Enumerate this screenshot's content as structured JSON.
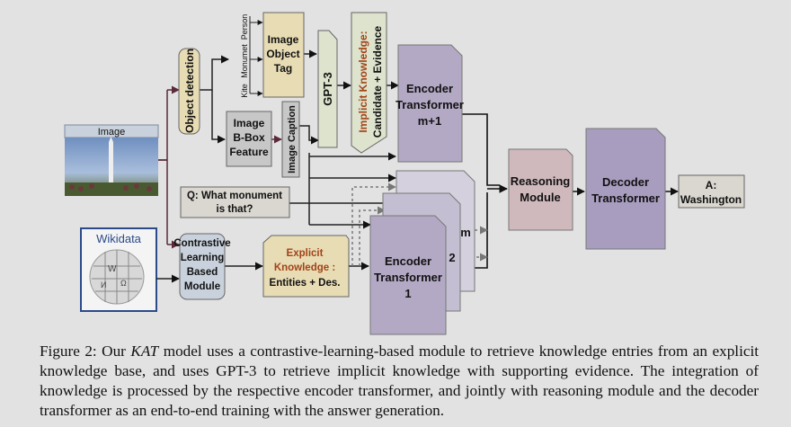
{
  "diagram": {
    "image_label": "Image",
    "wikidata_label": "Wikidata",
    "object_detection": "Object detection",
    "object_tags": [
      "Person",
      "Monumet",
      "Kite"
    ],
    "image_object_tag": [
      "Image",
      "Object",
      "Tag"
    ],
    "bbox_feature": [
      "Image",
      "B-Box",
      "Feature"
    ],
    "image_caption": "Image Caption",
    "gpt3": "GPT-3",
    "implicit_knowledge": [
      "Implicit Knowledge:",
      "Candidate + Evidence"
    ],
    "encoder_top": [
      "Encoder",
      "Transformer",
      "m+1"
    ],
    "question": [
      "Q: What monument",
      "is that?"
    ],
    "contrastive_module": [
      "Contrastive",
      "Learning",
      "Based",
      "Module"
    ],
    "explicit_knowledge": [
      "Explicit",
      "Knowledge :",
      "Entities + Des."
    ],
    "encoder_bottom": [
      "Encoder",
      "Transformer",
      "1"
    ],
    "stack_labels": [
      "m",
      "2"
    ],
    "reasoning_module": [
      "Reasoning",
      "Module"
    ],
    "decoder": [
      "Decoder",
      "Transformer"
    ],
    "answer": [
      "A:",
      "Washington"
    ]
  },
  "caption": {
    "prefix": "Figure 2: Our",
    "model": "KAT",
    "rest": "model uses a contrastive-learning-based module to retrieve knowledge entries from an explicit knowledge base, and uses GPT-3 to retrieve implicit knowledge with supporting evidence.  The integration of knowledge is processed by the respective encoder transformer, and jointly with reasoning module and the decoder transformer as an end-to-end training with the answer generation."
  },
  "colors": {
    "box_gray": "#d9d7cf",
    "module_blue": "#c9d2dc",
    "tag_tan": "#e8dcb4",
    "gpt_green": "#dde3cc",
    "encoder_purple": "#b3a9c4",
    "reasoning_pink": "#cfb9bd",
    "decoder_purple": "#a89cbf",
    "explicit_orange": "#a1441a"
  }
}
